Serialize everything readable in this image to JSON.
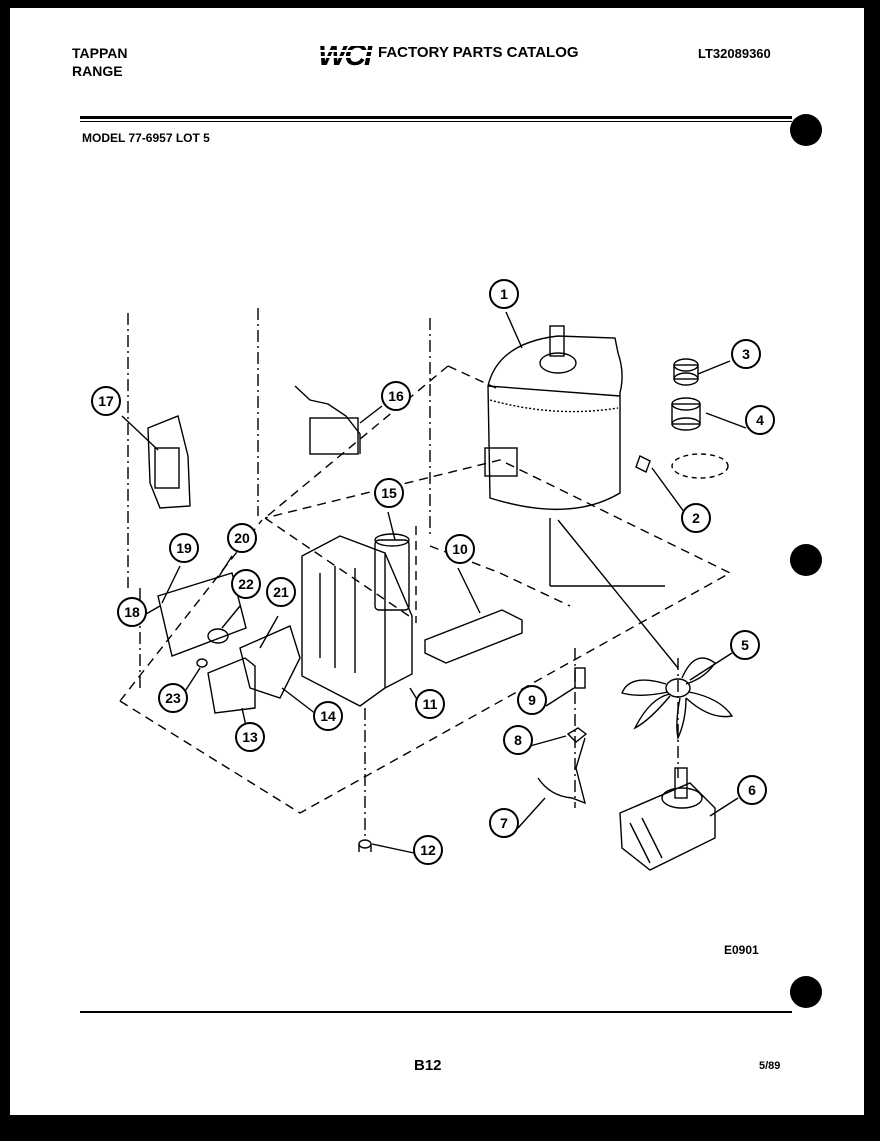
{
  "header": {
    "brand": "TAPPAN",
    "product": "RANGE",
    "logo": "WCI",
    "catalog_title": "FACTORY PARTS CATALOG",
    "catalog_number": "LT32089360"
  },
  "model_line": "MODEL 77-6957 LOT 5",
  "diagram_code": "E0901",
  "page_number": "B12",
  "date": "5/89",
  "callouts": [
    "1",
    "2",
    "3",
    "4",
    "5",
    "6",
    "7",
    "8",
    "9",
    "10",
    "11",
    "12",
    "13",
    "14",
    "15",
    "16",
    "17",
    "18",
    "19",
    "20",
    "21",
    "22",
    "23"
  ]
}
